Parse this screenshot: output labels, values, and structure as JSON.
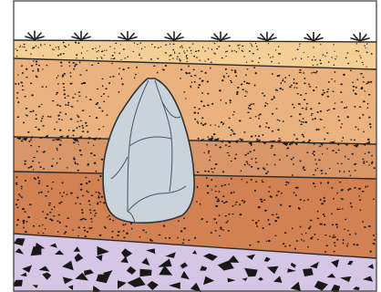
{
  "diagram": {
    "type": "soil-stratigraphy-cross-section",
    "surface_icon": "grass-tuft-icon",
    "grass_tuft_count": 8,
    "artifact": {
      "icon": "stone-hand-axe-icon",
      "fill": "#c8d3dc",
      "stroke": "#333333"
    },
    "layers": [
      {
        "name": "topsoil-layer",
        "fill": "#f3cf95",
        "texture": "fine-dots"
      },
      {
        "name": "upper-sand-layer",
        "fill": "#e9b27e",
        "texture": "dots"
      },
      {
        "name": "gravel-line",
        "fill": "#e9b27e",
        "texture": "small-pebbles"
      },
      {
        "name": "middle-clay-layer",
        "fill": "#d99669",
        "texture": "dots"
      },
      {
        "name": "lower-clay-layer",
        "fill": "#d28152",
        "texture": "dots"
      },
      {
        "name": "bedrock-gravel-layer",
        "fill": "#d4c6e4",
        "texture": "angular-stones"
      }
    ]
  }
}
